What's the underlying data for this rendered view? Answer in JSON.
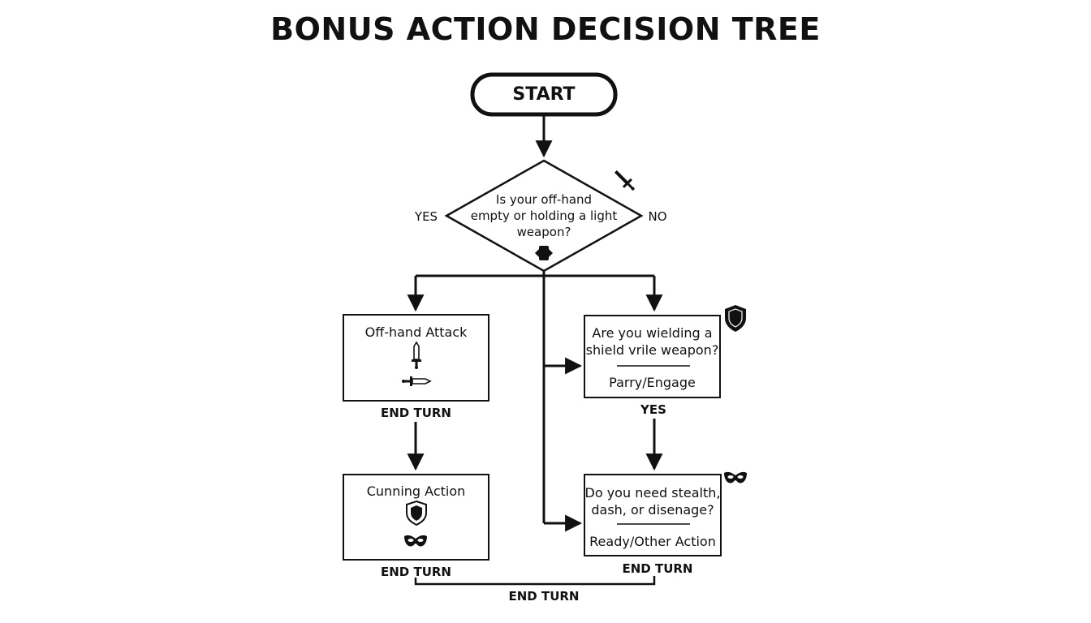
{
  "title": "BONUS ACTION DECISION TREE",
  "start": "START",
  "decision1": {
    "lines": [
      "Is your off-hand",
      "empty or holding a light",
      "weapon?"
    ],
    "yes": "YES",
    "no": "NO"
  },
  "offhand": {
    "label": "Off-hand Attack",
    "end": "END TURN"
  },
  "cunning": {
    "label": "Cunning Action",
    "end": "END TURN"
  },
  "shield_q": {
    "lines": [
      "Are you wielding a",
      "shield vrile weapon?"
    ],
    "option": "Parry/Engage",
    "yes": "YES"
  },
  "stealth_q": {
    "lines": [
      "Do you need stealth,",
      "dash, or disenage?"
    ],
    "option": "Ready/Other Action",
    "end": "END TURN"
  },
  "final_end": "END TURN",
  "colors": {
    "ink": "#111111",
    "background": "#ffffff"
  },
  "icons": [
    "sword-icon",
    "gauntlet-icon",
    "dagger-icon",
    "shield-icon",
    "mask-icon"
  ]
}
